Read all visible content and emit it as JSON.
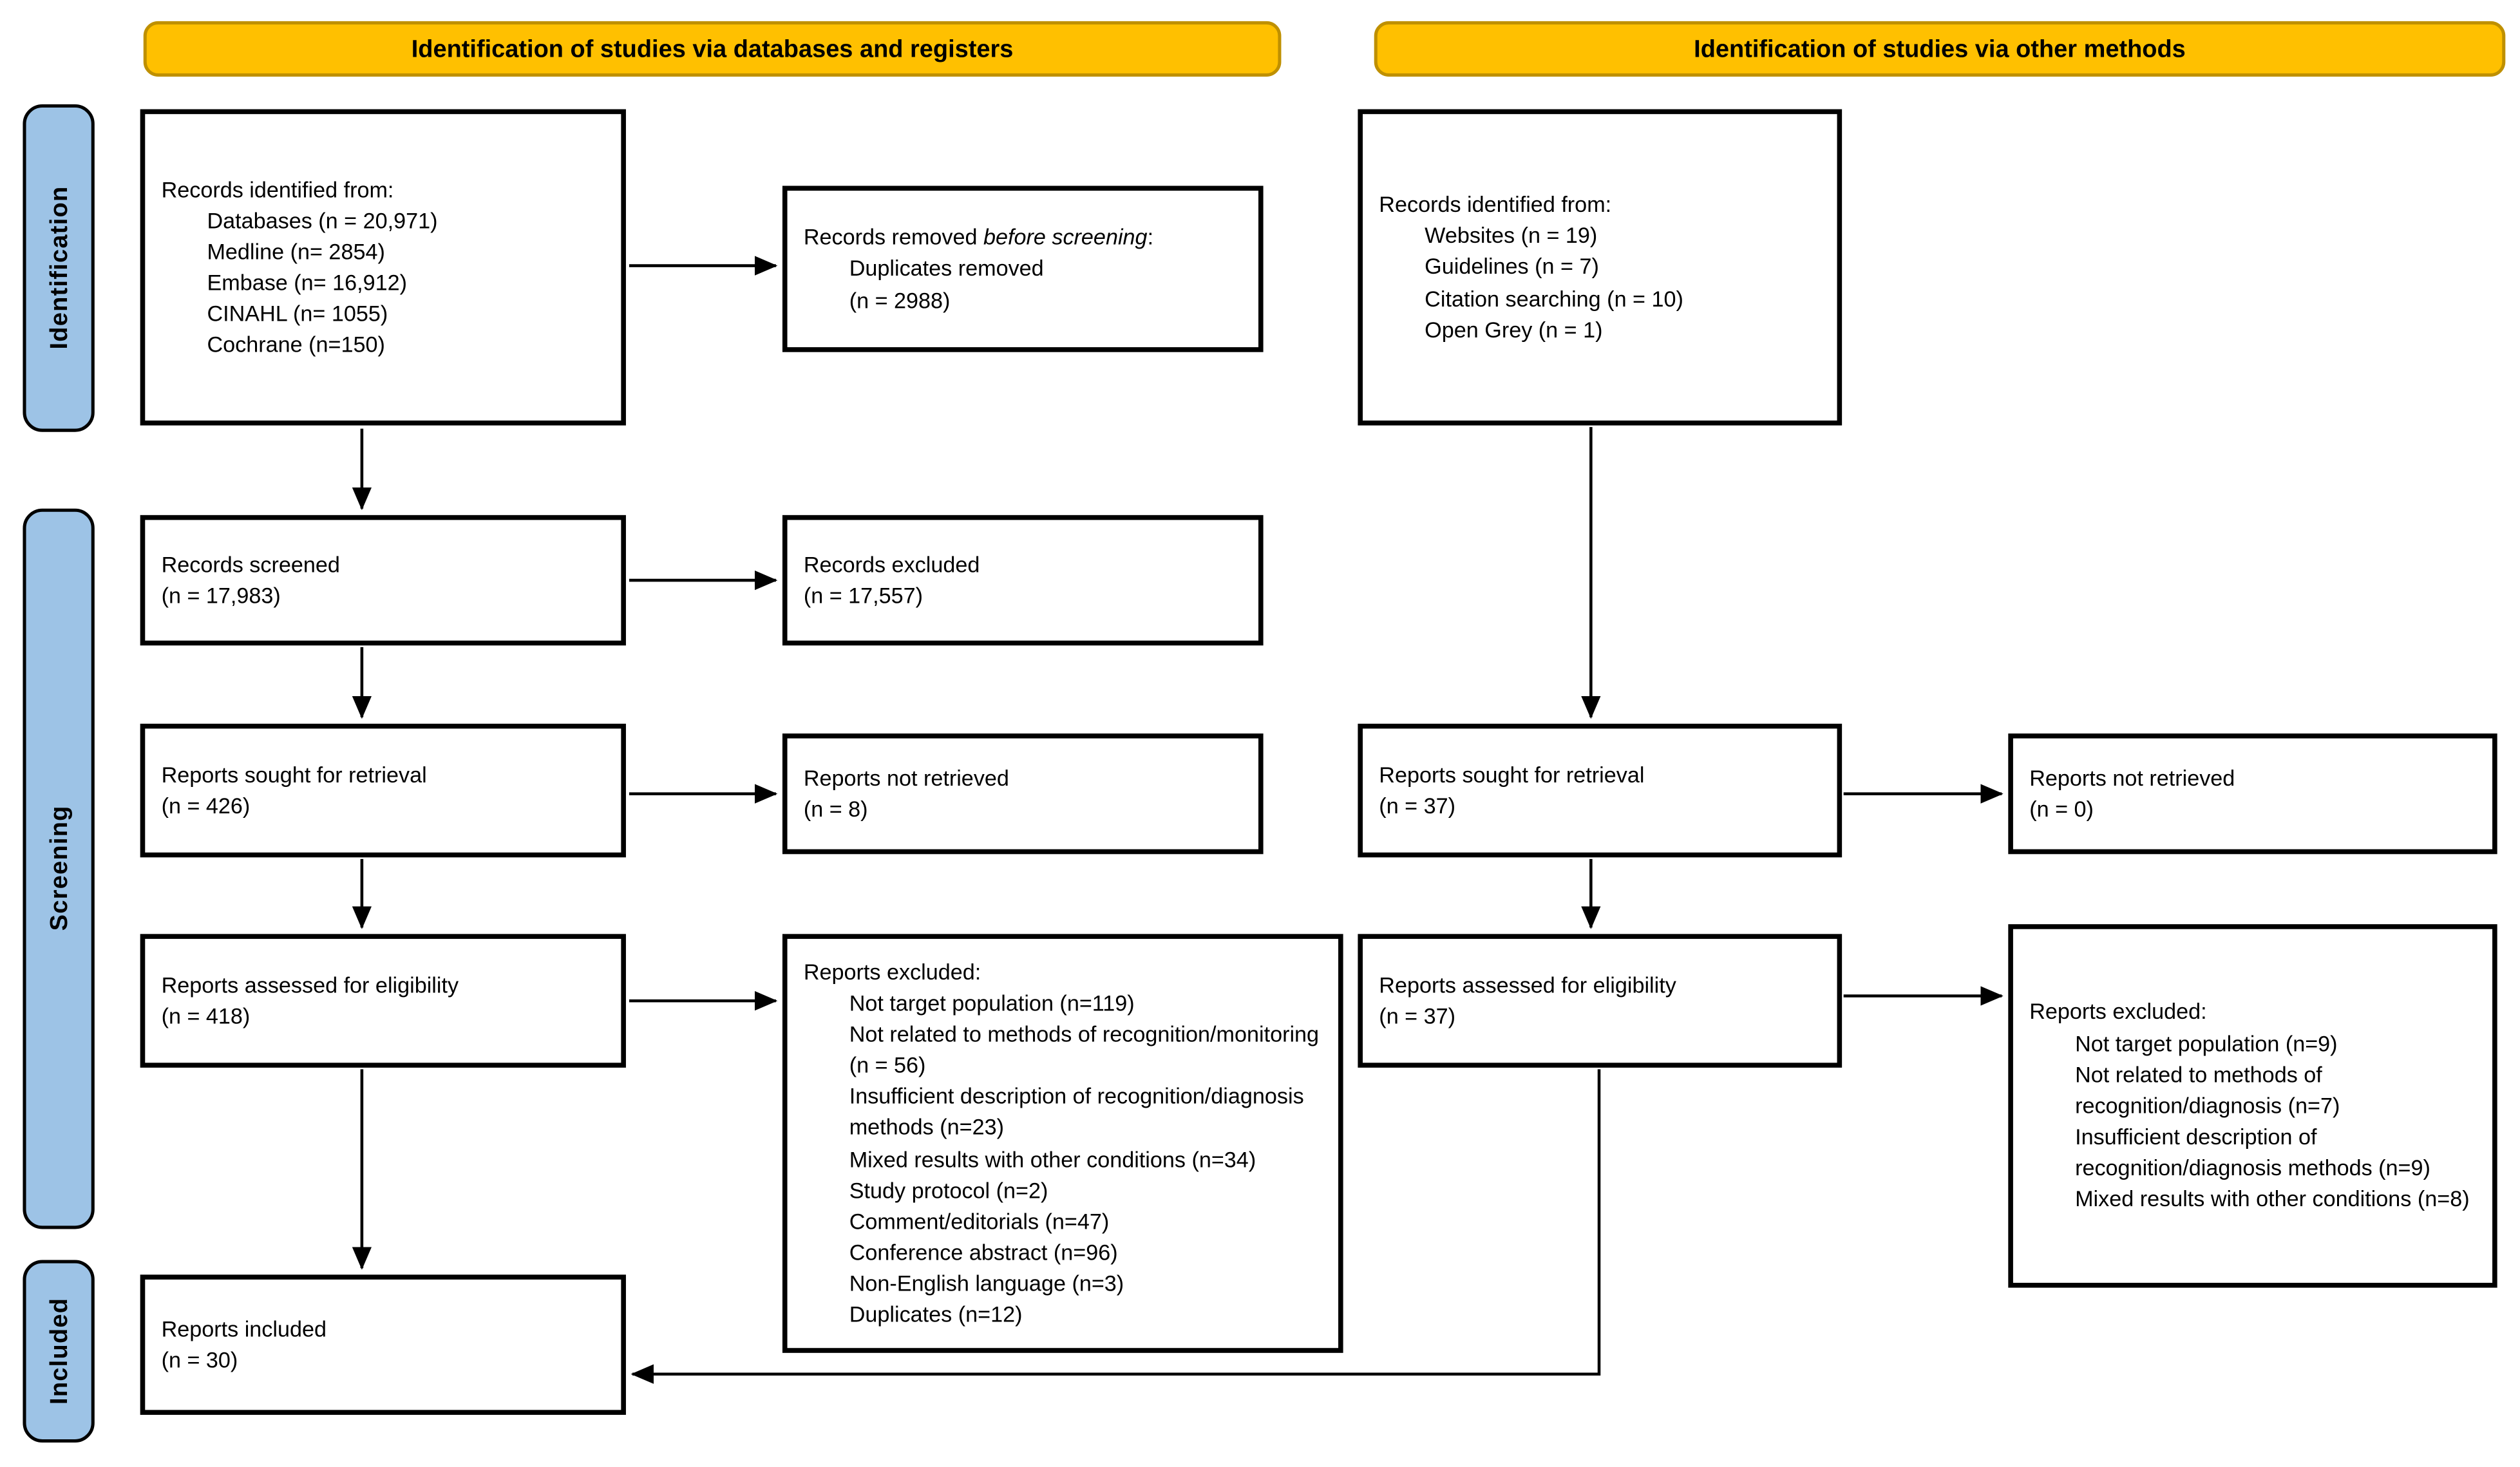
{
  "headers": {
    "left": "Identification of studies via databases and registers",
    "right": "Identification of studies via other methods"
  },
  "sidebar": {
    "identification": "Identification",
    "screening": "Screening",
    "included": "Included"
  },
  "colors": {
    "header_bg": "#FFC000",
    "header_border": "#BF9000",
    "sidebar_bg": "#9DC3E6",
    "box_border": "#000000",
    "box_bg": "#FFFFFF"
  },
  "boxes": {
    "records_identified_db": {
      "title": "Records identified from:",
      "items": [
        "Databases (n = 20,971)",
        "Medline (n= 2854)",
        "Embase (n= 16,912)",
        "CINAHL (n= 1055)",
        "Cochrane (n=150)"
      ]
    },
    "records_removed": {
      "line_prefix": "Records removed ",
      "line_italic": "before screening",
      "line_suffix": ":",
      "items": [
        "Duplicates removed",
        "(n = 2988)"
      ]
    },
    "records_screened": {
      "lines": [
        "Records screened",
        "(n = 17,983)"
      ]
    },
    "records_excluded": {
      "lines": [
        "Records excluded",
        "(n = 17,557)"
      ]
    },
    "reports_sought_db": {
      "lines": [
        "Reports sought for retrieval",
        "(n = 426)"
      ]
    },
    "reports_not_retrieved_db": {
      "lines": [
        "Reports not retrieved",
        "(n = 8)"
      ]
    },
    "reports_assessed_db": {
      "lines": [
        "Reports assessed for eligibility",
        "(n = 418)"
      ]
    },
    "reports_excluded_db": {
      "title": "Reports excluded:",
      "items": [
        "Not target population (n=119)",
        "Not related to methods of recognition/monitoring (n = 56)",
        "Insufficient description of recognition/diagnosis methods (n=23)",
        "Mixed results with other conditions (n=34)",
        "Study protocol (n=2)",
        "Comment/editorials (n=47)",
        "Conference abstract (n=96)",
        "Non-English language (n=3)",
        "Duplicates (n=12)"
      ]
    },
    "reports_included": {
      "lines": [
        "Reports included",
        "(n = 30)"
      ]
    },
    "records_identified_other": {
      "title": "Records identified from:",
      "items": [
        "Websites (n = 19)",
        "Guidelines (n = 7)",
        "Citation searching (n = 10)",
        "Open Grey (n = 1)"
      ]
    },
    "reports_sought_other": {
      "lines": [
        "Reports sought for retrieval",
        "(n = 37)"
      ]
    },
    "reports_not_retrieved_other": {
      "lines": [
        "Reports not retrieved",
        "(n = 0)"
      ]
    },
    "reports_assessed_other": {
      "lines": [
        "Reports assessed for eligibility",
        "(n = 37)"
      ]
    },
    "reports_excluded_other": {
      "title": "Reports excluded:",
      "items": [
        "Not target population (n=9)",
        "Not related to methods of recognition/diagnosis (n=7)",
        "Insufficient description of recognition/diagnosis methods (n=9)",
        "Mixed results with other conditions (n=8)"
      ]
    }
  }
}
